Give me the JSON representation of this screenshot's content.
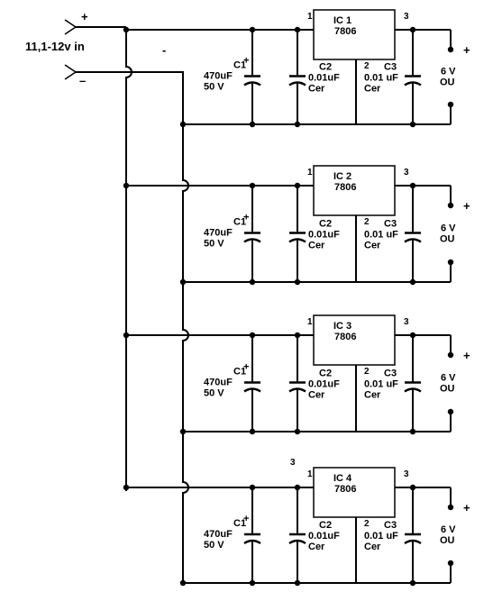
{
  "input": {
    "label": "11,1-12v in",
    "plus": "+",
    "minus": "–",
    "dash": "-"
  },
  "stray_label": "3",
  "stages": [
    {
      "ic_name": "IC 1",
      "ic_part": "7806",
      "pin_in": "1",
      "pin_out": "3",
      "pin_gnd": "2",
      "c1": {
        "name": "C1",
        "polarity": "+",
        "value": "470uF",
        "voltage": "50 V"
      },
      "c2": {
        "name": "C2",
        "value": "0.01uF",
        "type": "Cer"
      },
      "c3": {
        "name": "C3",
        "value": "0.01 uF",
        "type": "Cer"
      },
      "out_plus": "+",
      "out_label_1": "6 V",
      "out_label_2": "OU"
    },
    {
      "ic_name": "IC 2",
      "ic_part": "7806",
      "pin_in": "1",
      "pin_out": "3",
      "pin_gnd": "2",
      "c1": {
        "name": "C1",
        "polarity": "+",
        "value": "470uF",
        "voltage": "50 V"
      },
      "c2": {
        "name": "C2",
        "value": "0.01uF",
        "type": "Cer"
      },
      "c3": {
        "name": "C3",
        "value": "0.01 uF",
        "type": "Cer"
      },
      "out_plus": "+",
      "out_label_1": "6 V",
      "out_label_2": "OU"
    },
    {
      "ic_name": "IC 3",
      "ic_part": "7806",
      "pin_in": "1",
      "pin_out": "3",
      "pin_gnd": "2",
      "c1": {
        "name": "C1",
        "polarity": "+",
        "value": "470uF",
        "voltage": "50 V"
      },
      "c2": {
        "name": "C2",
        "value": "0.01uF",
        "type": "Cer"
      },
      "c3": {
        "name": "C3",
        "value": "0.01 uF",
        "type": "Cer"
      },
      "out_plus": "+",
      "out_label_1": "6 V",
      "out_label_2": "OU"
    },
    {
      "ic_name": "IC 4",
      "ic_part": "7806",
      "pin_in": "1",
      "pin_out": "3",
      "pin_gnd": "2",
      "c1": {
        "name": "C1",
        "polarity": "+",
        "value": "470uF",
        "voltage": "50 V"
      },
      "c2": {
        "name": "C2",
        "value": "0.01uF",
        "type": "Cer"
      },
      "c3": {
        "name": "C3",
        "value": "0.01 uF",
        "type": "Cer"
      },
      "out_plus": "+",
      "out_label_1": "6 V",
      "out_label_2": "OU"
    }
  ]
}
